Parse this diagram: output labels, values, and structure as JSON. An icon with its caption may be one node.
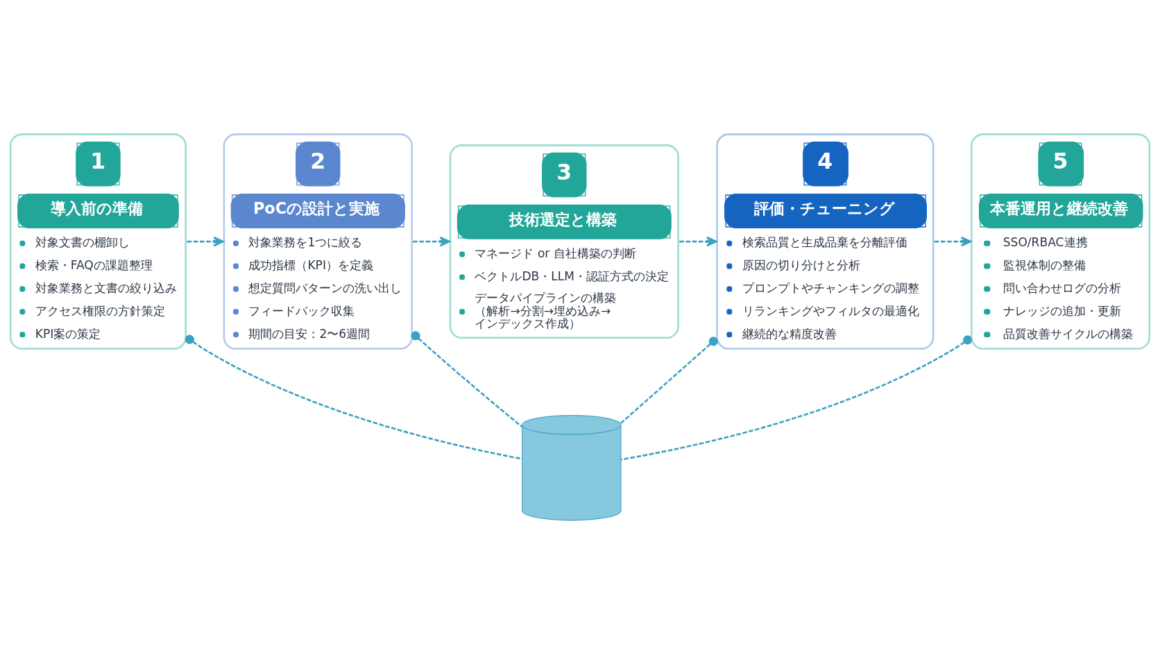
{
  "diagram": {
    "nodes": [
      {
        "text": [
          "1",
          "導入前の準備",
          "対象文書の棚卸し",
          "検索・FAQの課題整理",
          "対象業務と文書の絞り込み",
          "アクセス権限の方針策定",
          "KPI案の策定"
        ]
      },
      {
        "text": [
          "2",
          "PoCの設計と実施",
          "対象業務を1つに絞る",
          "成功指標（KPI）を定義",
          "想定質問パターンの洗い出し",
          "フィードバック収集",
          "期間の目安：2〜6週間"
        ]
      },
      {
        "text": [
          "3",
          "技術選定と構築",
          "マネージド or 自社構築の判断",
          "ベクトルDB・LLM・認証方式の決定",
          "データパイプラインの構築（解析→分割→埋め込み→インデックス作成）"
        ]
      },
      {
        "text": [
          "4",
          "評価・チューニング",
          "検索品質と生成品棄を分離評価",
          "原因の切り分けと分析",
          "プロンプトやチャンキングの調整",
          "リランキングやフィルタの最適化",
          "継続的な精度改善"
        ]
      },
      {
        "text": [
          "5",
          "本番運用と継続改善",
          "SSO/RBAC連携",
          "監視体制の整備",
          "問い合わせログの分析",
          "ナレッジの追加・更新",
          "品質改善サイクルの構築"
        ]
      },
      {
        "text": [],
        "shape": "cylinder"
      }
    ],
    "edges": [
      {
        "from": 0,
        "to": 1,
        "arrow": "to",
        "style": "dashed"
      },
      {
        "from": 1,
        "to": 2,
        "arrow": "to",
        "style": "dashed"
      },
      {
        "from": 2,
        "to": 3,
        "arrow": "to",
        "style": "dashed"
      },
      {
        "from": 3,
        "to": 4,
        "arrow": "to",
        "style": "dashed"
      },
      {
        "from": 0,
        "to": 5,
        "arrow": "other",
        "style": "dashed"
      },
      {
        "from": 1,
        "to": 5,
        "arrow": "other",
        "style": "dashed"
      },
      {
        "from": 3,
        "to": 5,
        "arrow": "other",
        "style": "dashed"
      },
      {
        "from": 4,
        "to": 5,
        "arrow": "other",
        "style": "dashed"
      }
    ]
  }
}
